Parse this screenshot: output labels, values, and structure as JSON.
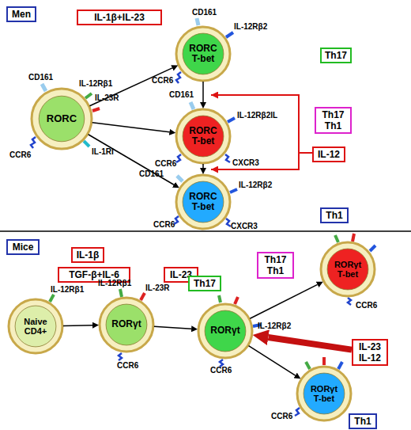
{
  "diagram": {
    "nodes": [
      {
        "text": [
          "Men"
        ]
      },
      {
        "text": [
          "IL-1β+IL-23"
        ]
      },
      {
        "text": [
          "RORC"
        ]
      },
      {
        "text": [
          "RORC T-bet"
        ]
      },
      {
        "text": [
          "Th17"
        ]
      },
      {
        "text": [
          "RORC T-bet"
        ]
      },
      {
        "text": [
          "Th17 Th1"
        ]
      },
      {
        "text": [
          "IL-12"
        ]
      },
      {
        "text": [
          "RORC T-bet"
        ]
      },
      {
        "text": [
          "Th1"
        ]
      },
      {
        "text": [
          "Mice"
        ]
      },
      {
        "text": [
          "IL-1β"
        ]
      },
      {
        "text": [
          "TGF-β+IL-6"
        ]
      },
      {
        "text": [
          "IL-23"
        ]
      },
      {
        "text": [
          "Naive CD4+"
        ]
      },
      {
        "text": [
          "RORγt"
        ]
      },
      {
        "text": [
          "Th17"
        ]
      },
      {
        "text": [
          "RORγt"
        ]
      },
      {
        "text": [
          "Th17 Th1"
        ]
      },
      {
        "text": [
          "RORγt T-bet"
        ]
      },
      {
        "text": [
          "IL-23 IL-12"
        ]
      },
      {
        "text": [
          "RORγt T-bet"
        ]
      },
      {
        "text": [
          "Th1"
        ]
      }
    ],
    "edges": [
      {
        "from": 2,
        "to": 3,
        "arrow": "to"
      },
      {
        "from": 2,
        "to": 5,
        "arrow": "to"
      },
      {
        "from": 2,
        "to": 8,
        "arrow": "to"
      },
      {
        "from": 3,
        "to": 5,
        "arrow": "to"
      },
      {
        "from": 5,
        "to": 8,
        "arrow": "to"
      },
      {
        "from": 14,
        "to": 15,
        "arrow": "to"
      },
      {
        "from": 15,
        "to": 17,
        "arrow": "to"
      },
      {
        "from": 17,
        "to": 19,
        "arrow": "to"
      },
      {
        "from": 17,
        "to": 21,
        "arrow": "to"
      },
      {
        "from": 20,
        "to": 17,
        "arrow": "to"
      }
    ],
    "labels": [
      "CD161",
      "IL-12Rβ2",
      "CD161",
      "IL-12Rβ1",
      "IL-23R",
      "CCR6",
      "CD161",
      "IL-12Rβ2IL",
      "CCR6",
      "IL-1RI",
      "CCR6",
      "CXCR3",
      "CD161",
      "IL-12Rβ2",
      "CCR6",
      "CXCR3",
      "IL-12Rβ1",
      "IL-12Rβ1",
      "IL-23R",
      "CCR6",
      "IL-12Rβ2",
      "CCR6",
      "CCR6",
      "CCR6"
    ]
  }
}
